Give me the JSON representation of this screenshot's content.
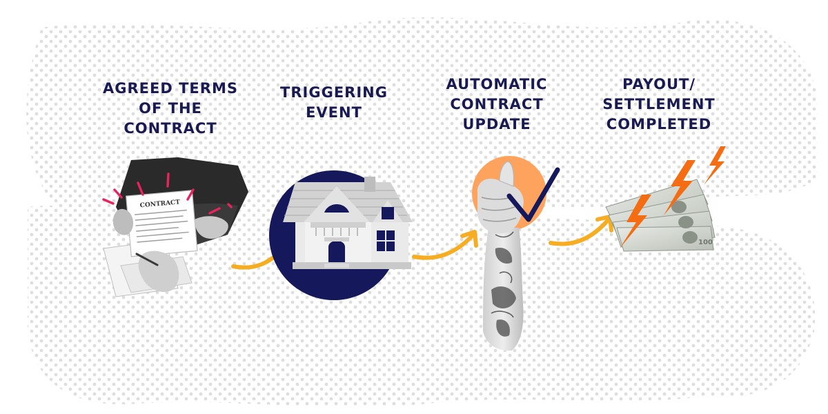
{
  "steps": [
    {
      "id": "agreed-terms",
      "label_lines": [
        "AGREED TERMS",
        "OF THE",
        "CONTRACT"
      ],
      "illustration": "contract-signing-icon"
    },
    {
      "id": "triggering-event",
      "label_lines": [
        "TRIGGERING",
        "EVENT"
      ],
      "illustration": "house-icon"
    },
    {
      "id": "automatic-update",
      "label_lines": [
        "AUTOMATIC",
        "CONTRACT",
        "UPDATE"
      ],
      "illustration": "thumbs-up-checkmark-icon"
    },
    {
      "id": "payout",
      "label_lines": [
        "PAYOUT/",
        "SETTLEMENT",
        "COMPLETED"
      ],
      "illustration": "money-fan-icon"
    }
  ],
  "colors": {
    "title": "#1a1a52",
    "navy": "#15185a",
    "arrow": "#f6ad22",
    "accent_pink": "#e8245e",
    "accent_orange": "#fda35d",
    "bolt": "#f56d12",
    "dots": "#d6d6d6"
  }
}
